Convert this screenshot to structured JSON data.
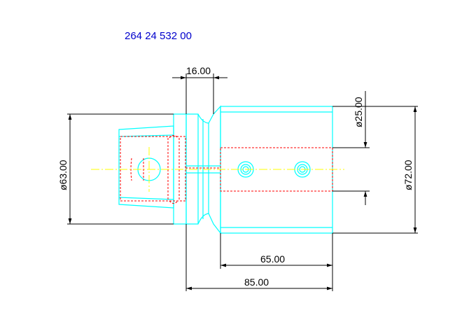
{
  "drawing": {
    "part_number": "264 24 532 00",
    "dimensions": {
      "length_top": "16.00",
      "bore_diameter": "ø25.00",
      "outer_diameter": "ø72.00",
      "shank_diameter": "ø63.00",
      "bore_length": "65.00",
      "total_length": "85.00"
    },
    "colors": {
      "outline": "#00ffff",
      "hidden": "#ff0000",
      "center": "#ffff00",
      "dimension": "#000000",
      "title": "#0000cc"
    }
  }
}
